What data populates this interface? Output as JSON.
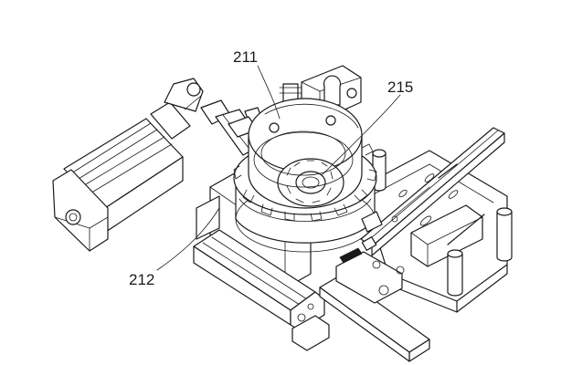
{
  "figure": {
    "callouts": [
      {
        "id": "211",
        "text": "211"
      },
      {
        "id": "215",
        "text": "215"
      },
      {
        "id": "212",
        "text": "212"
      }
    ]
  }
}
